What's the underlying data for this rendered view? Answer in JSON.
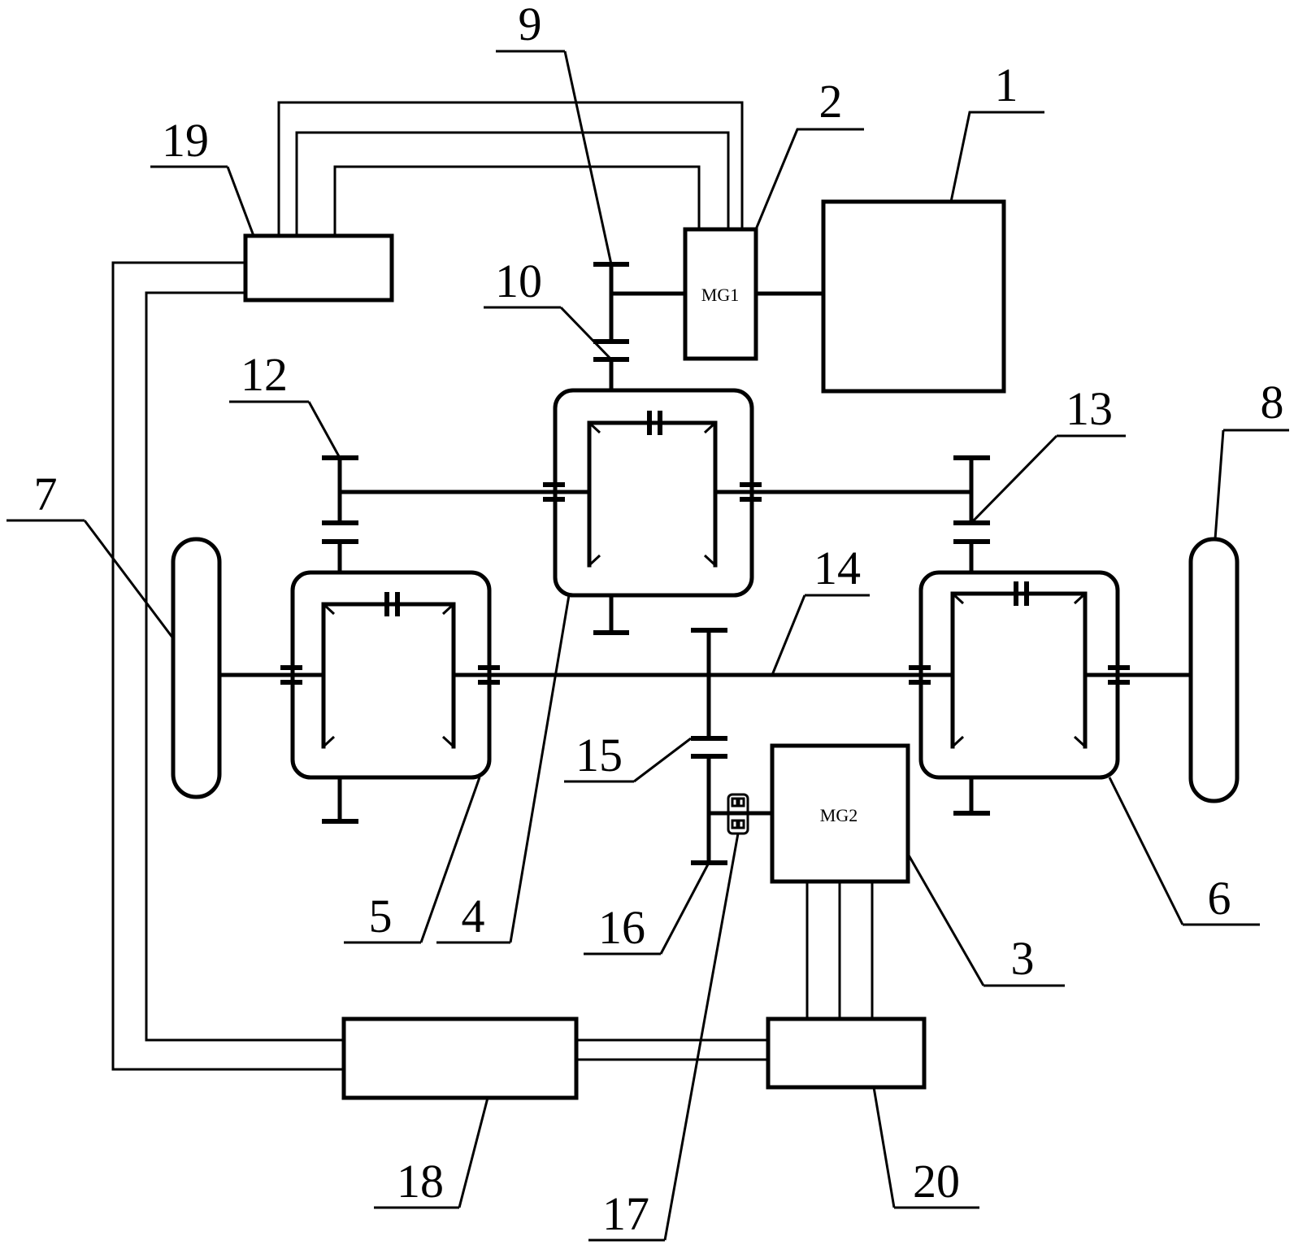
{
  "components": {
    "mg1_label": "MG1",
    "mg2_label": "MG2"
  },
  "callouts": {
    "c1": "1",
    "c2": "2",
    "c3": "3",
    "c4": "4",
    "c5": "5",
    "c6": "6",
    "c7": "7",
    "c8": "8",
    "c9": "9",
    "c10": "10",
    "c12": "12",
    "c13": "13",
    "c14": "14",
    "c15": "15",
    "c16": "16",
    "c17": "17",
    "c18": "18",
    "c19": "19",
    "c20": "20"
  },
  "colors": {
    "stroke": "#000000",
    "background": "#ffffff"
  }
}
